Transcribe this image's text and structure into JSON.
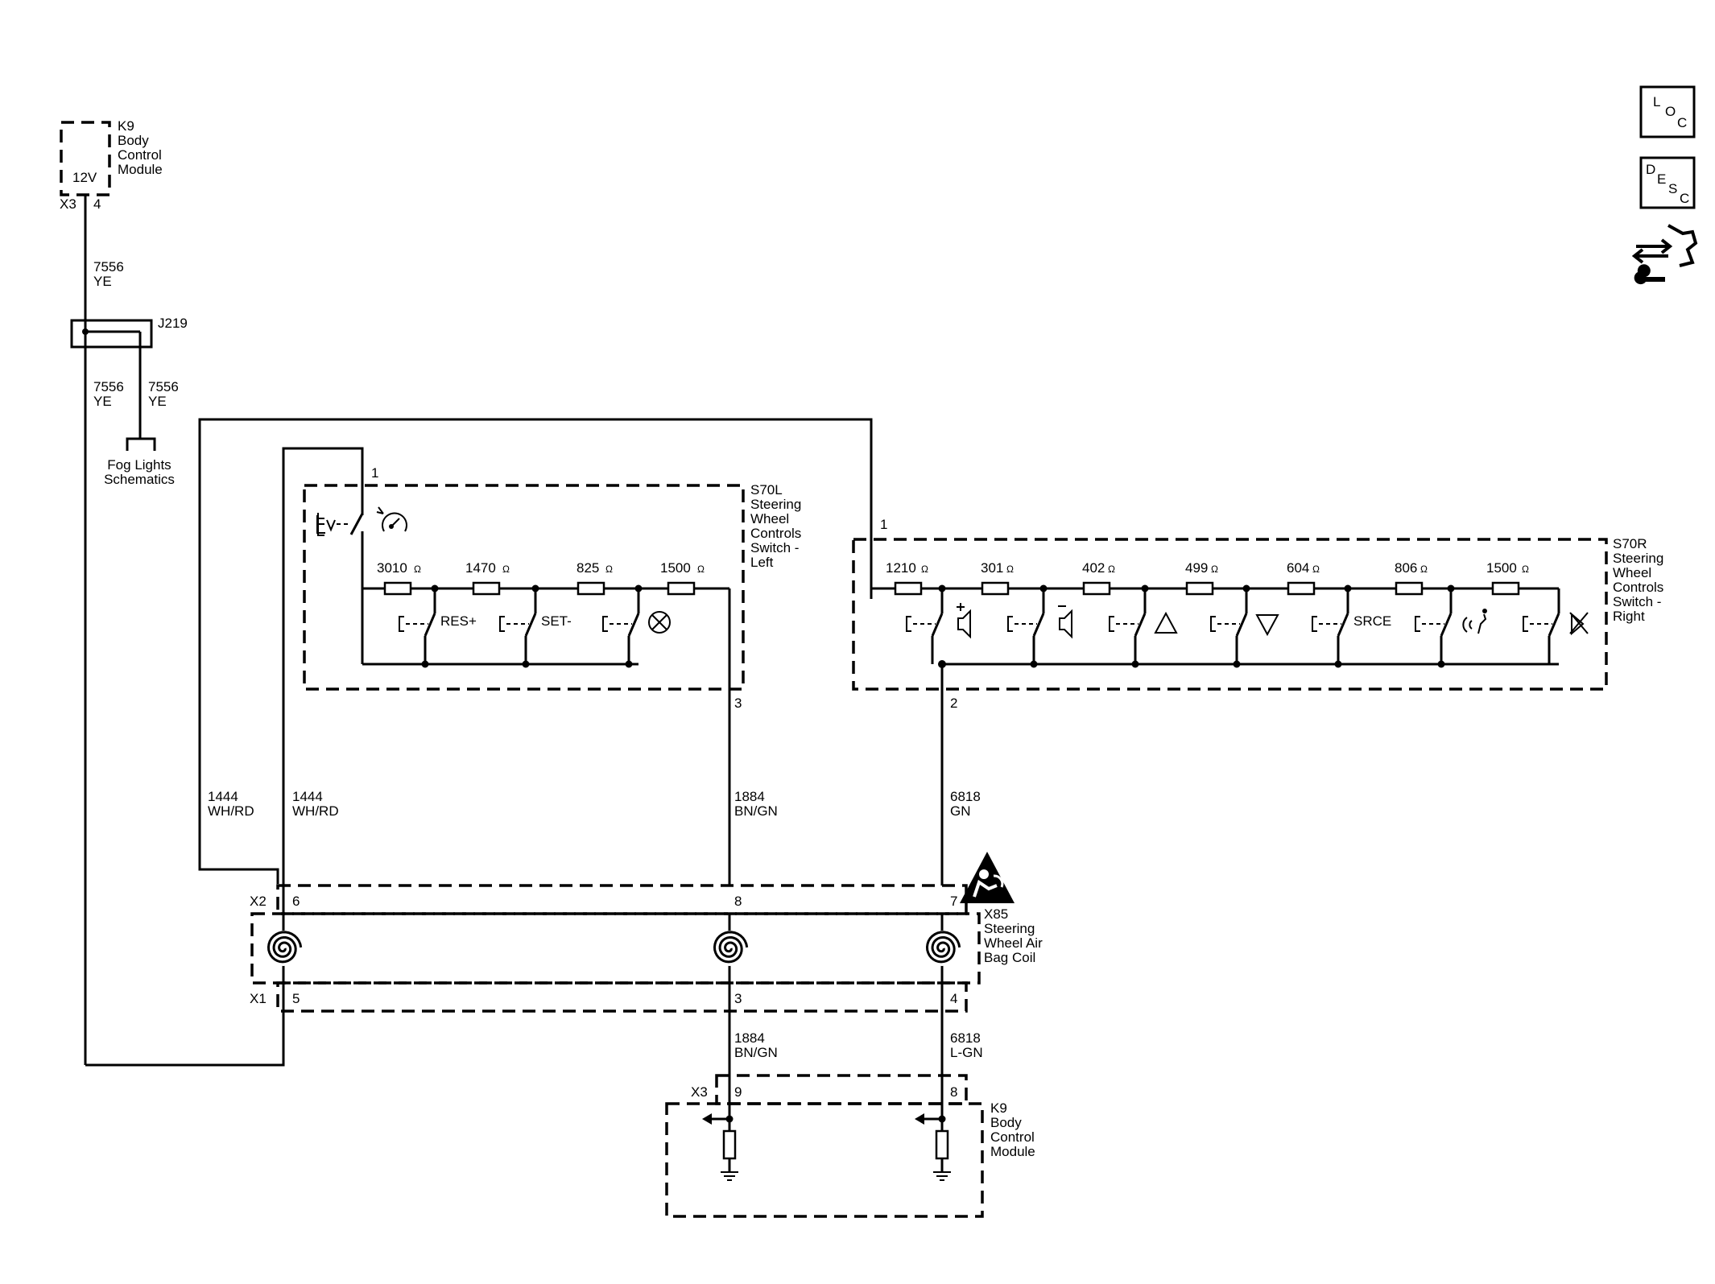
{
  "modules": {
    "bcm_top": {
      "lines": [
        "K9",
        "Body",
        "Control",
        "Module"
      ],
      "supply": "12V",
      "connector": "X3",
      "pin": "4"
    },
    "bcm_bottom": {
      "lines": [
        "K9",
        "Body",
        "Control",
        "Module"
      ],
      "connector": "X3",
      "pin_left": "9",
      "pin_right": "8"
    },
    "s70l": {
      "lines": [
        "S70L",
        "Steering",
        "Wheel",
        "Controls",
        "Switch -",
        "Left"
      ],
      "pin_in": "1",
      "pin_out": "3"
    },
    "s70r": {
      "lines": [
        "S70R",
        "Steering",
        "Wheel",
        "Controls",
        "Switch -",
        "Right"
      ],
      "pin_in": "1",
      "pin_out": "2"
    },
    "x85": {
      "lines": [
        "X85",
        "Steering",
        "Wheel Air",
        "Bag Coil"
      ],
      "x2": "X2",
      "x1": "X1",
      "x2_pins": [
        "6",
        "8",
        "7"
      ],
      "x1_pins": [
        "5",
        "3",
        "4"
      ]
    }
  },
  "splice": {
    "label": "J219"
  },
  "wires": {
    "supply": {
      "circuit": "7556",
      "color": "YE"
    },
    "splice_left": {
      "circuit": "7556",
      "color": "YE"
    },
    "splice_right": {
      "circuit": "7556",
      "color": "YE"
    },
    "gnd_outer": {
      "circuit": "1444",
      "color": "WH/RD"
    },
    "gnd_inner": {
      "circuit": "1444",
      "color": "WH/RD"
    },
    "left_signal_upper": {
      "circuit": "1884",
      "color": "BN/GN"
    },
    "right_signal_upper": {
      "circuit": "6818",
      "color": "GN"
    },
    "left_signal_lower": {
      "circuit": "1884",
      "color": "BN/GN"
    },
    "right_signal_lower": {
      "circuit": "6818",
      "color": "L-GN"
    }
  },
  "reference": {
    "lines": [
      "Fog Lights",
      "Schematics"
    ]
  },
  "left_switch": {
    "ohm_symbol": "Ω",
    "resistors": [
      "3010",
      "1470",
      "825",
      "1500"
    ],
    "labels": [
      "RES+",
      "SET-"
    ]
  },
  "right_switch": {
    "ohm_symbol": "Ω",
    "resistors": [
      "1210",
      "301",
      "402",
      "499",
      "604",
      "806",
      "1500"
    ],
    "labels": [
      "SRCE"
    ]
  },
  "side_buttons": {
    "loc": [
      "L",
      "O",
      "C"
    ],
    "desc": [
      "D",
      "E",
      "S",
      "C"
    ]
  },
  "icons": [
    "cruise-control-icon",
    "ev-mode-icon",
    "cancel-icon",
    "volume-up-icon",
    "volume-down-icon",
    "arrow-up-icon",
    "arrow-down-icon",
    "voice-icon",
    "mute-icon",
    "airbag-warning-icon",
    "connector-view-icon"
  ]
}
